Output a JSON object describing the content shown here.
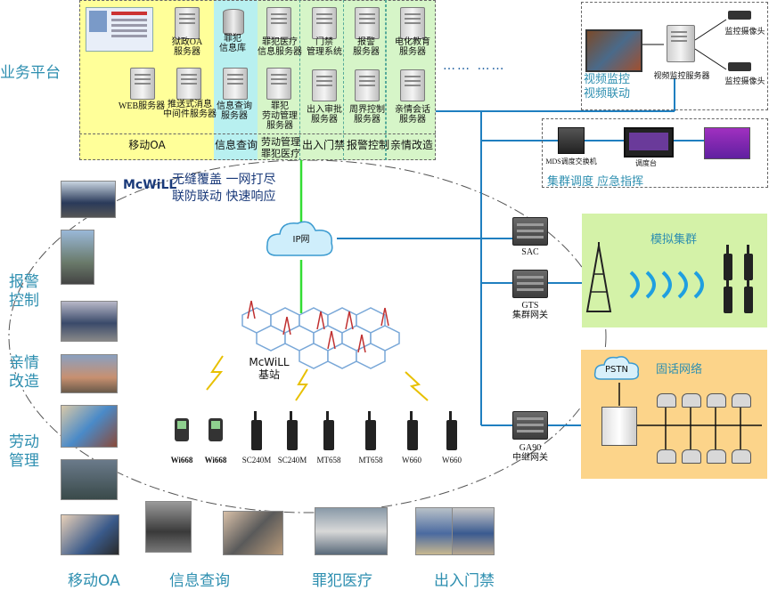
{
  "platform": {
    "title": "业务平台",
    "servers": [
      "狱政OA\n服务器",
      "罪犯\n信息库",
      "罪犯医疗\n信息服务器",
      "门禁\n管理系统",
      "报警\n服务器",
      "电化教育\n服务器",
      "WEB服务器",
      "推送式消息\n中间件服务器",
      "信息查询\n服务器",
      "罪犯\n劳动管理\n服务器",
      "出入审批\n服务器",
      "周界控制\n服务器",
      "亲情会话\n服务器"
    ],
    "columns": [
      "移动OA",
      "信息查询",
      "劳动管理\n罪犯医疗",
      "出入门禁",
      "报警控制",
      "亲情改造"
    ],
    "ellipsis": "……  ……"
  },
  "video": {
    "server": "视频监控服务器",
    "camera1": "监控摄像头",
    "camera2": "监控摄像头",
    "caption": "视频监控\n视频联动"
  },
  "dispatch": {
    "switch": "MDS调度交换机",
    "console": "调度台",
    "caption": "集群调度  应急指挥"
  },
  "mcwill": {
    "name": "McWiLL",
    "slogan1": "无缝覆盖  一网打尽",
    "slogan2": "联防联动  快速响应",
    "ip": "IP网",
    "base": "McWiLL\n基站"
  },
  "gateways": {
    "sac": "SAC",
    "gts": "GTS\n集群网关",
    "ga90": "GA90\n中继网关"
  },
  "trunk": {
    "title": "模拟集群"
  },
  "fixed": {
    "title": "固话网络",
    "pstn": "PSTN"
  },
  "terminals": [
    "Wi668",
    "Wi668",
    "SC240M",
    "SC240M",
    "MT658",
    "MT658",
    "W660",
    "W660"
  ],
  "side_labels": [
    "报警\n控制",
    "亲情\n改造",
    "劳动\n管理"
  ],
  "bottom_labels": [
    "移动OA",
    "信息查询",
    "罪犯医疗",
    "出入门禁"
  ],
  "colors": {
    "yellow": "#ffff99",
    "cyan_panel": "#b8f0f0",
    "green_panel": "#d6f5c8",
    "trunk_panel": "#d4f2a8",
    "fixed_panel": "#fcd48a",
    "blue_line": "#1f7fc0",
    "green_line": "#33dd33",
    "label_blue": "#2e8fb0"
  }
}
